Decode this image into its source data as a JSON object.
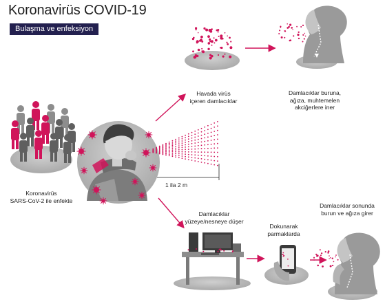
{
  "header": {
    "title": "Koronavirüs COVID-19",
    "subtitle": "Bulaşma ve enfeksiyon"
  },
  "captions": {
    "infected": "Koronavirüs\nSARS-CoV-2 ile enfekte",
    "airborne": "Havada virüs\niçeren damlacıklar",
    "inhaled": "Damlacıklar buruna,\nağıza, muhtemelen\nakciğerlere iner",
    "distance": "1 ila 2 m",
    "surface": "Damlacıklar\nyüzeye/nesneye düşer",
    "touch": "Dokunarak\nparmaklarda",
    "face": "Damlacıklar sonunda\nburun ve ağıza girer"
  },
  "colors": {
    "accent": "#d0145a",
    "badge": "#23204f",
    "disc": "#bdbdbd",
    "figure_dark": "#5a5a5a",
    "figure_light": "#8d8d8d"
  },
  "icons": [
    "crowd-icon",
    "coughing-person-icon",
    "virus-icon",
    "droplet-cloud-icon",
    "head-profile-icon",
    "desk-computer-icon",
    "phone-hand-icon"
  ]
}
